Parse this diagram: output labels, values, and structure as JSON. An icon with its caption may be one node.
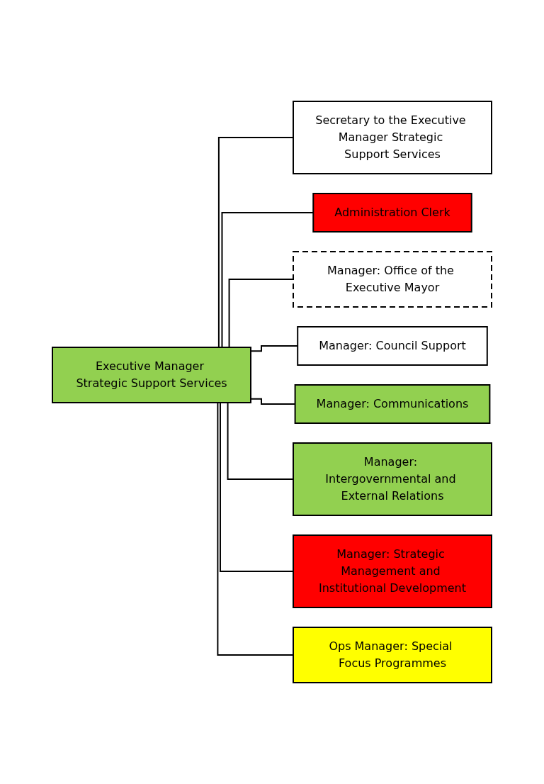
{
  "diagram": {
    "nodes": [
      {
        "text": [
          "Executive Manager Strategic Support Services"
        ]
      },
      {
        "text": [
          "Secretary to the Executive Manager Strategic Support Services"
        ]
      },
      {
        "text": [
          "Administration Clerk"
        ]
      },
      {
        "text": [
          "Manager: Office of the Executive Mayor"
        ]
      },
      {
        "text": [
          "Manager: Council Support"
        ]
      },
      {
        "text": [
          "Manager: Communications"
        ]
      },
      {
        "text": [
          "Manager: Intergovernmental and External Relations"
        ]
      },
      {
        "text": [
          "Manager: Strategic Management and Institutional Development"
        ]
      },
      {
        "text": [
          "Ops Manager: Special Focus Programmes"
        ]
      }
    ],
    "edges": [
      {
        "from": 0,
        "to": 1,
        "arrow": "none"
      },
      {
        "from": 0,
        "to": 2,
        "arrow": "none"
      },
      {
        "from": 0,
        "to": 3,
        "arrow": "none"
      },
      {
        "from": 0,
        "to": 4,
        "arrow": "none"
      },
      {
        "from": 0,
        "to": 5,
        "arrow": "none"
      },
      {
        "from": 0,
        "to": 6,
        "arrow": "none"
      },
      {
        "from": 0,
        "to": 7,
        "arrow": "none"
      },
      {
        "from": 0,
        "to": 8,
        "arrow": "none"
      }
    ]
  }
}
